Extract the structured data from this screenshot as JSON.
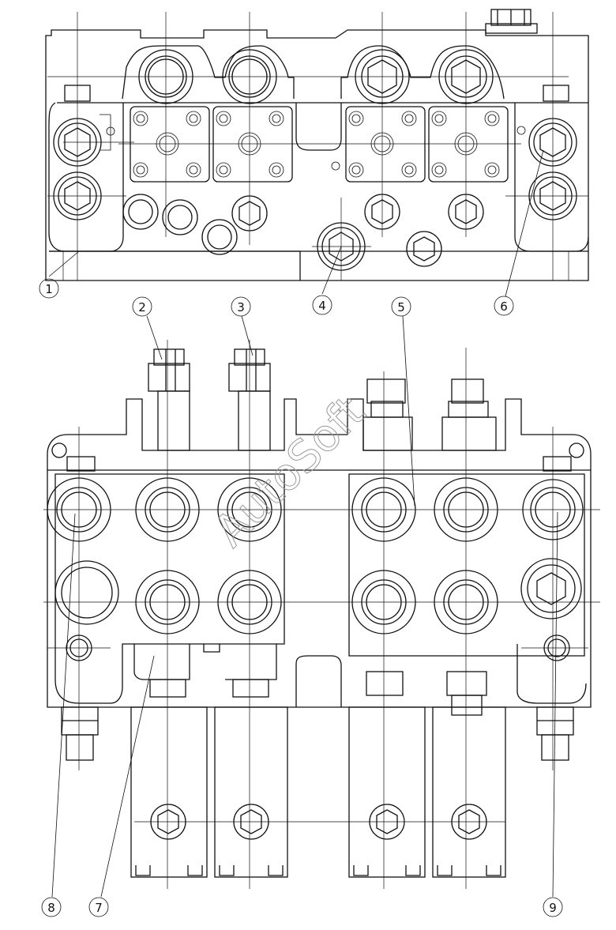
{
  "watermark": "AutoSoft",
  "callouts": [
    {
      "label": "1"
    },
    {
      "label": "2"
    },
    {
      "label": "3"
    },
    {
      "label": "4"
    },
    {
      "label": "5"
    },
    {
      "label": "6"
    },
    {
      "label": "7"
    },
    {
      "label": "8"
    },
    {
      "label": "9"
    }
  ]
}
